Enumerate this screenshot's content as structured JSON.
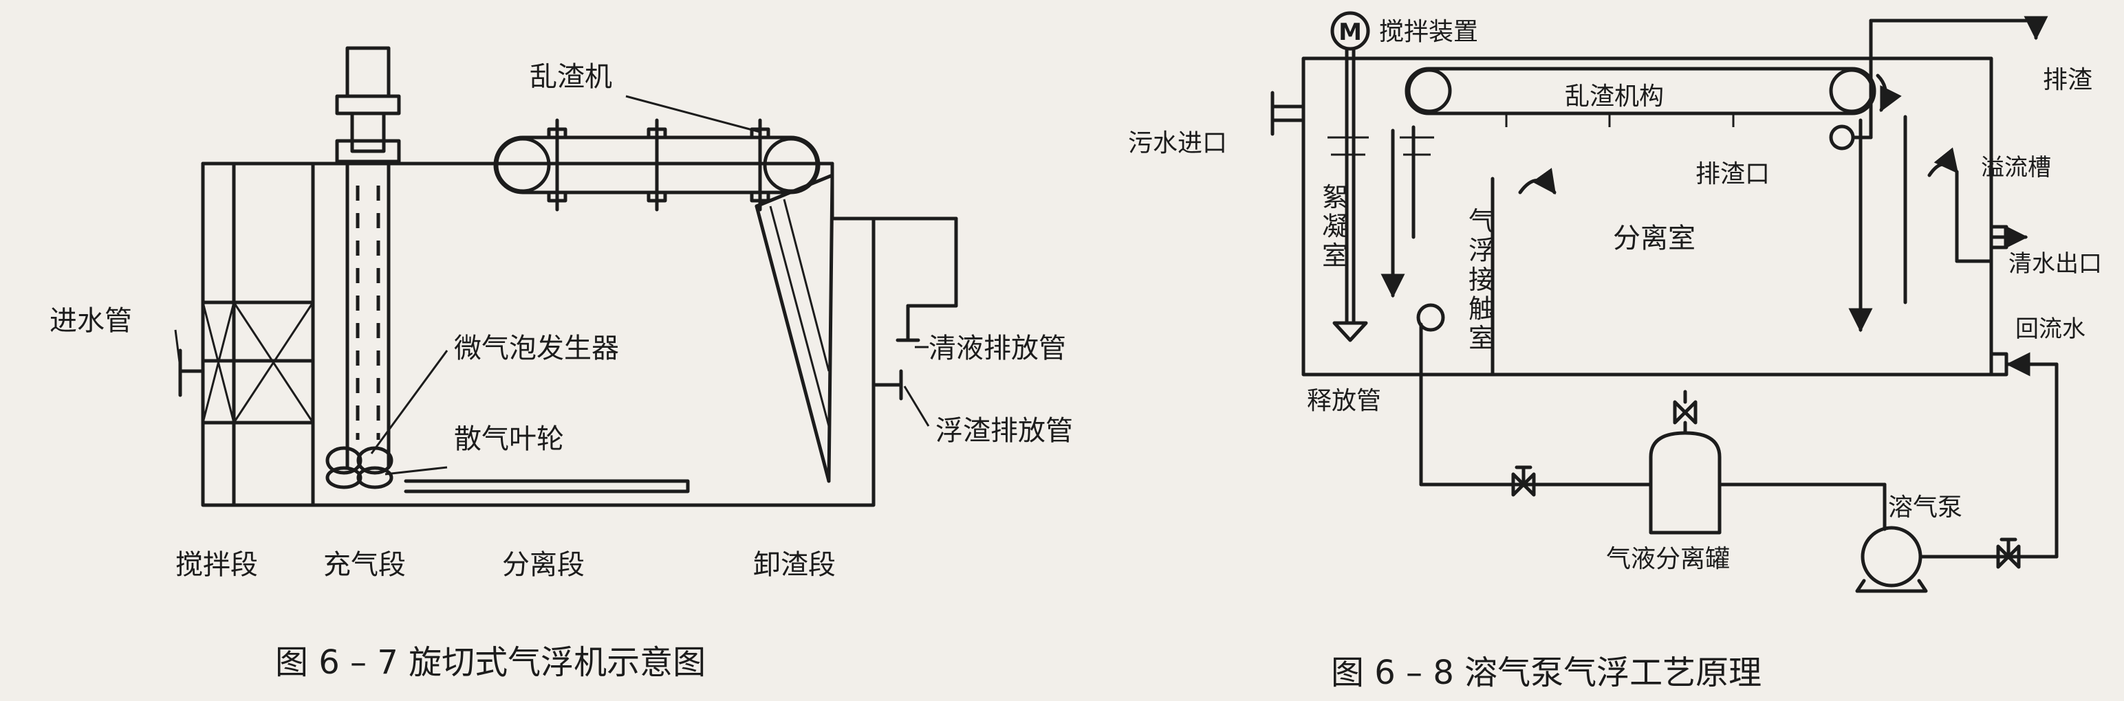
{
  "figure_left": {
    "caption": "图 6 – 7    旋切式气浮机示意图",
    "labels": {
      "skimmer": "乱渣机",
      "inlet_pipe": "进水管",
      "microbubble_generator": "微气泡发生器",
      "aeration_impeller": "散气叶轮",
      "clear_liquid_pipe": "清液排放管",
      "scum_pipe": "浮渣排放管"
    },
    "sections": [
      "搅拌段",
      "充气段",
      "分离段",
      "卸渣段"
    ]
  },
  "figure_right": {
    "caption": "图 6 – 8    溶气泵气浮工艺原理",
    "labels": {
      "motor_symbol": "M",
      "mixer": "搅拌装置",
      "skimmer_mechanism": "乱渣机构",
      "sewage_inlet": "污水进口",
      "scum_discharge": "排渣",
      "scum_outlet": "排渣口",
      "overflow_tank": "溢流槽",
      "clear_water_outlet": "清水出口",
      "separation_chamber": "分离室",
      "flocculation_chamber": "絮凝室",
      "contact_chamber": "气浮接触室",
      "return_water": "回流水",
      "release_pipe": "释放管",
      "dissolved_air_pump": "溶气泵",
      "gas_liquid_tank": "气液分离罐"
    }
  }
}
